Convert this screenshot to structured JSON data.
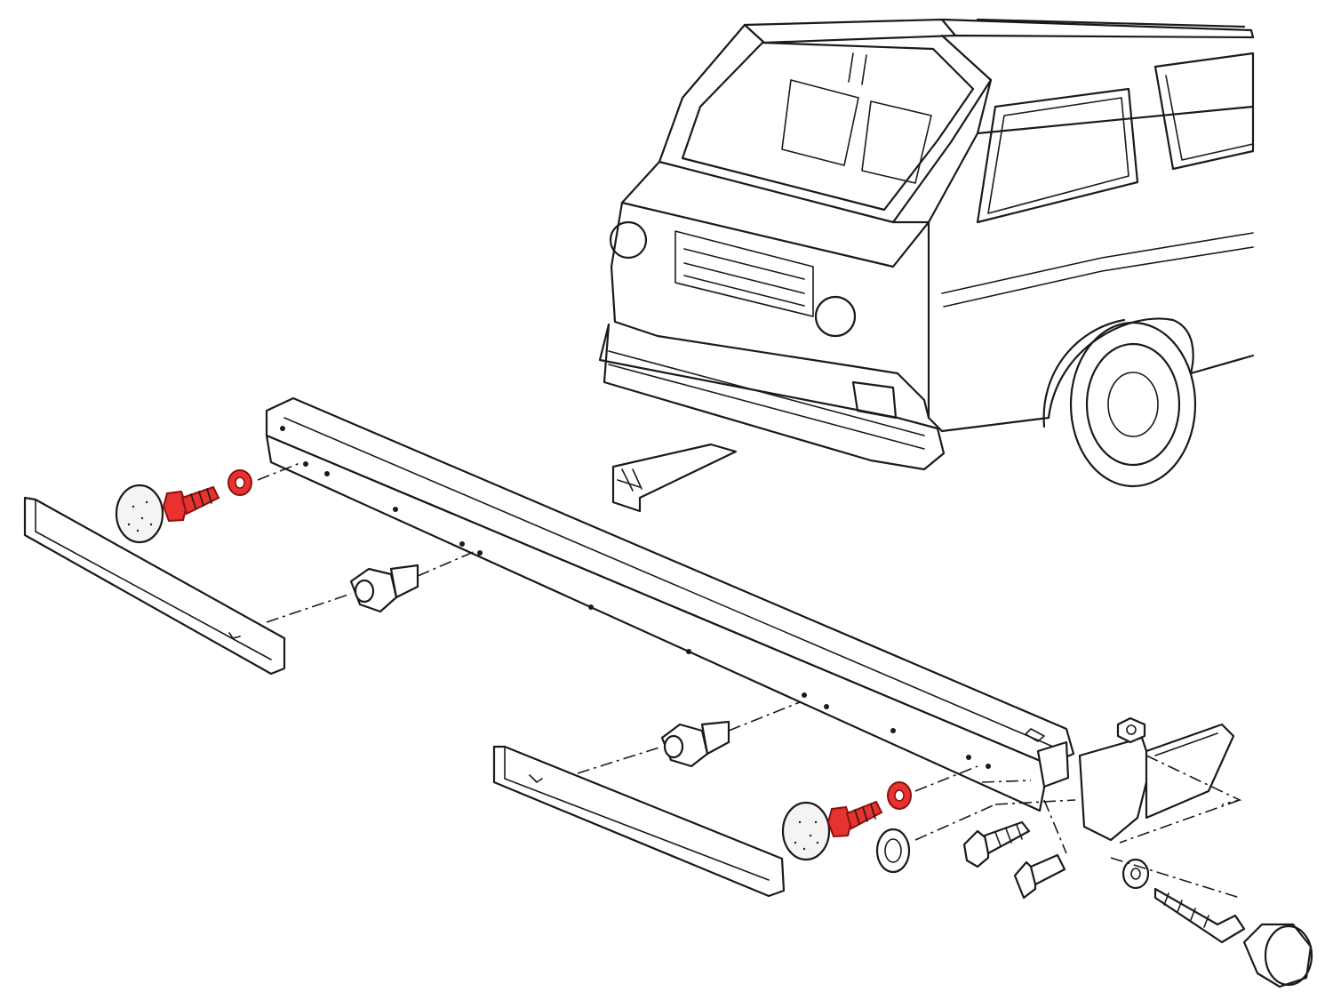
{
  "colors": {
    "line": "#1a1a1a",
    "background": "#ffffff",
    "highlight_fill": "#e8322f",
    "highlight_stroke": "#8a1010",
    "foam_pad": "#f4f4f4"
  },
  "highlighted_parts": [
    "left-hex-bolt",
    "left-washer",
    "right-hex-bolt",
    "right-washer"
  ]
}
